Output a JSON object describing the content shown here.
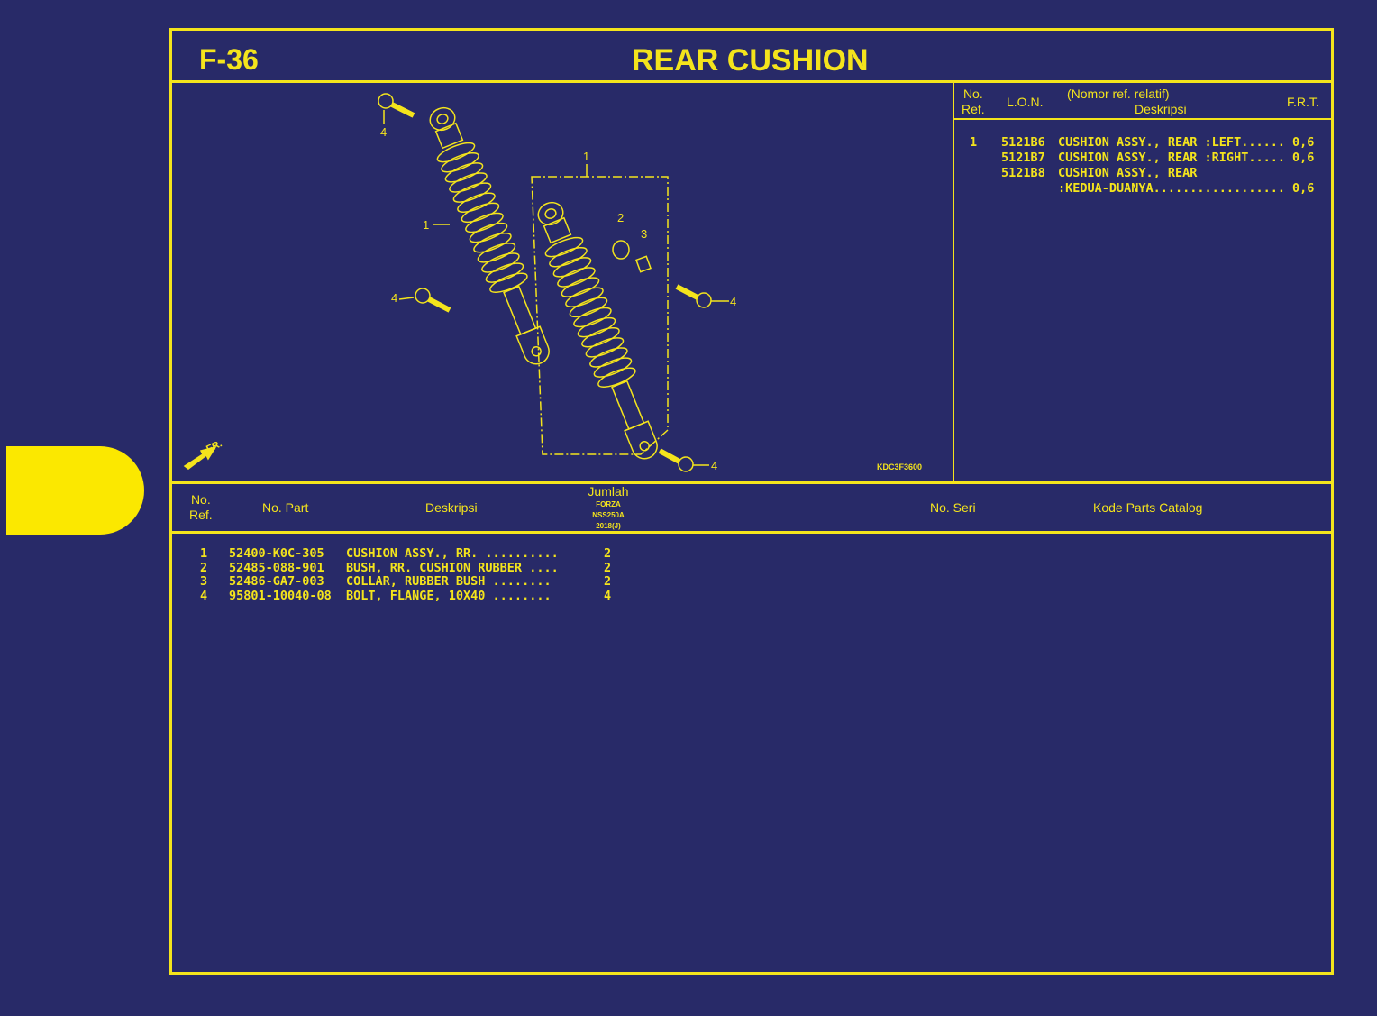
{
  "header": {
    "code": "F-36",
    "title": "REAR CUSHION"
  },
  "diagram": {
    "callouts": [
      "1",
      "1",
      "2",
      "3",
      "4",
      "4",
      "4",
      "4"
    ],
    "front_label": "FR.",
    "drawing_code": "KDC3F3600"
  },
  "ref_panel": {
    "headers": {
      "no_ref": "No.\nRef.",
      "lon": "L.O.N.",
      "desc_top": "(Nomor ref. relatif)",
      "desc": "Deskripsi",
      "frt": "F.R.T."
    },
    "rows": [
      {
        "ref": "1",
        "lon": "5121B6",
        "desc": "CUSHION ASSY., REAR :LEFT......",
        "frt": "0,6"
      },
      {
        "ref": "",
        "lon": "5121B7",
        "desc": "CUSHION ASSY., REAR :RIGHT.....",
        "frt": "0,6"
      },
      {
        "ref": "",
        "lon": "5121B8",
        "desc": "CUSHION ASSY., REAR",
        "frt": ""
      },
      {
        "ref": "",
        "lon": "",
        "desc": ":KEDUA-DUANYA..................",
        "frt": "0,6"
      }
    ]
  },
  "parts_table": {
    "headers": {
      "no_ref": "No.\nRef.",
      "part": "No. Part",
      "desc": "Deskripsi",
      "qty": "Jumlah",
      "model1": "FORZA",
      "model2": "NSS250A",
      "model3": "2018(J)",
      "serial": "No. Seri",
      "catalog": "Kode Parts Catalog"
    },
    "rows": [
      {
        "ref": "1",
        "part": "52400-K0C-305",
        "desc": "CUSHION ASSY., RR. ..........",
        "qty": "2"
      },
      {
        "ref": "2",
        "part": "52485-088-901",
        "desc": "BUSH, RR. CUSHION RUBBER ....",
        "qty": "2"
      },
      {
        "ref": "3",
        "part": "52486-GA7-003",
        "desc": "COLLAR, RUBBER BUSH ........",
        "qty": "2"
      },
      {
        "ref": "4",
        "part": "95801-10040-08",
        "desc": "BOLT, FLANGE, 10X40 ........",
        "qty": "4"
      }
    ]
  },
  "colors": {
    "background": "#282a68",
    "accent": "#f4e41c"
  }
}
